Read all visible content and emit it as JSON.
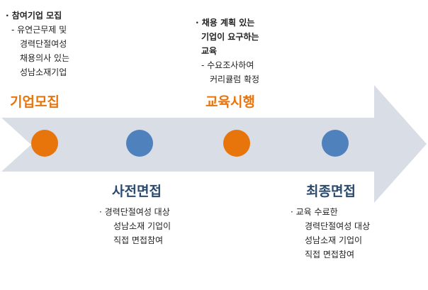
{
  "colors": {
    "arrow": "#d8dde6",
    "orange": "#e8740c",
    "blue": "#4f81bd",
    "title_dark": "#2a4a6e"
  },
  "stages": [
    {
      "title": "기업모집",
      "dot_color": "#e8740c",
      "lines": [
        "· 참여기업 모집",
        "- 유연근무제 및",
        "경력단절여성",
        "채용의사 있는",
        "성남소재기업"
      ]
    },
    {
      "title": "사전면접",
      "dot_color": "#4f81bd",
      "lines": [
        "· 경력단절여성 대상",
        "성남소재 기업이",
        "직접 면접참여"
      ]
    },
    {
      "title": "교육시행",
      "dot_color": "#e8740c",
      "lines": [
        "· 채용 계획 있는",
        "기업이 요구하는",
        "교육",
        "- 수요조사하여",
        "커리큘럼 확정"
      ]
    },
    {
      "title": "최종면접",
      "dot_color": "#4f81bd",
      "lines": [
        "· 교육 수료한",
        "경력단절여성 대상",
        "성남소재 기업이",
        "직접 면접참여"
      ]
    }
  ]
}
